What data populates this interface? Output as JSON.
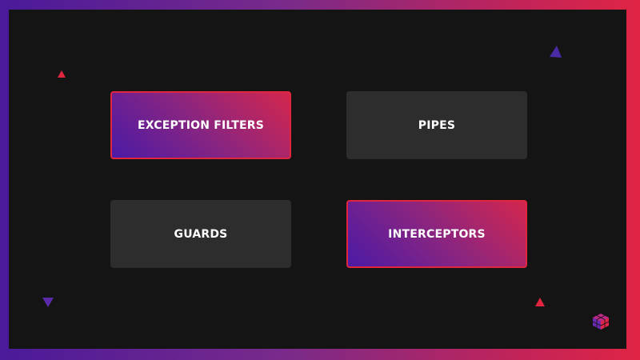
{
  "tiles": {
    "exception_filters": "EXCEPTION FILTERS",
    "pipes": "PIPES",
    "guards": "GUARDS",
    "interceptors": "INTERCEPTORS"
  },
  "colors": {
    "background": "#141414",
    "tile_dark": "#2d2d2d",
    "accent_red": "#e0263f",
    "accent_purple": "#4b1aa6"
  },
  "icons": {
    "decor_triangles": "triangle-icon",
    "logo": "cube-logo-icon"
  }
}
